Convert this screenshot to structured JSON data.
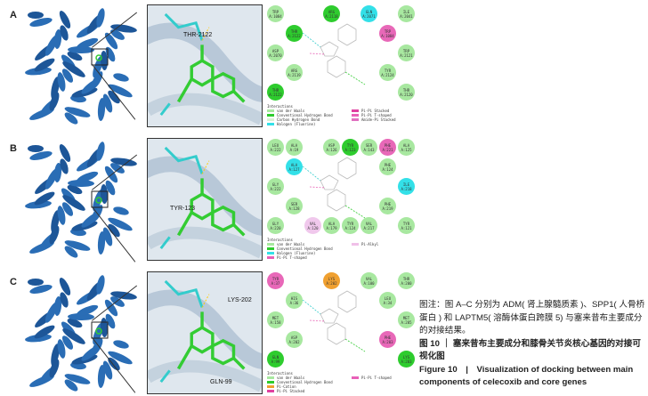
{
  "panels": [
    {
      "letter": "A",
      "zoom_labels": [
        "THR-2122"
      ],
      "residues": [
        {
          "t": "TRP A:1084",
          "c": "vdw"
        },
        {
          "t": "ILE A:2041",
          "c": "vdw"
        },
        {
          "t": "ARG A:2118",
          "c": "hb"
        },
        {
          "t": "GLN A:2071",
          "c": "hal"
        },
        {
          "t": "THR A:2122",
          "c": "hb"
        },
        {
          "t": "TRP A:1084",
          "c": "pi"
        },
        {
          "t": "ASP A:2070",
          "c": "vdw"
        },
        {
          "t": "TRP A:2121",
          "c": "vdw"
        },
        {
          "t": "ARG A:2119",
          "c": "vdw"
        },
        {
          "t": "TYR A:2124",
          "c": "vdw"
        },
        {
          "t": "THR A:2122",
          "c": "hb"
        },
        {
          "t": "THR A:2120",
          "c": "vdw"
        }
      ],
      "legend_title": "Interactions",
      "legend": [
        {
          "t": "van der Waals",
          "c": "#a8e8a0"
        },
        {
          "t": "Conventional Hydrogen Bond",
          "c": "#2ecc2e"
        },
        {
          "t": "Carbon Hydrogen Bond",
          "c": "#d8f2d4"
        },
        {
          "t": "Halogen (Fluorine)",
          "c": "#33e0e8"
        },
        {
          "t": "Pi-Pi Stacked",
          "c": "#e040a0"
        },
        {
          "t": "Pi-Pi T-shaped",
          "c": "#e860b8"
        },
        {
          "t": "Amide-Pi Stacked",
          "c": "#e070c0"
        }
      ]
    },
    {
      "letter": "B",
      "zoom_labels": [
        "TYR-123"
      ],
      "residues": [
        {
          "t": "LEU A:222",
          "c": "vdw"
        },
        {
          "t": "ALA A:125",
          "c": "vdw"
        },
        {
          "t": "ASP A:126",
          "c": "vdw"
        },
        {
          "t": "SER A:143",
          "c": "vdw"
        },
        {
          "t": "ALA A:127",
          "c": "hal"
        },
        {
          "t": "PHE A:124",
          "c": "vdw"
        },
        {
          "t": "GLY A:222",
          "c": "vdw"
        },
        {
          "t": "ILE A:218",
          "c": "hal"
        },
        {
          "t": "SER A:128",
          "c": "vdw"
        },
        {
          "t": "PHE A:219",
          "c": "vdw"
        },
        {
          "t": "GLY A:220",
          "c": "vdw"
        },
        {
          "t": "TYR A:121",
          "c": "vdw"
        },
        {
          "t": "VAL A:120",
          "c": "pa"
        },
        {
          "t": "VAL A:217",
          "c": "vdw"
        },
        {
          "t": "ALA A:19",
          "c": "vdw"
        },
        {
          "t": "PHE A:221",
          "c": "pi"
        },
        {
          "t": "ALA A:179",
          "c": "vdw"
        },
        {
          "t": "TYR A:124",
          "c": "vdw"
        },
        {
          "t": "TYR A:123",
          "c": "hb"
        }
      ],
      "legend_title": "Interactions",
      "legend": [
        {
          "t": "van der Waals",
          "c": "#a8e8a0"
        },
        {
          "t": "Conventional Hydrogen Bond",
          "c": "#2ecc2e"
        },
        {
          "t": "Halogen (Fluorine)",
          "c": "#33e0e8"
        },
        {
          "t": "Pi-Pi T-shaped",
          "c": "#e860b8"
        },
        {
          "t": "Pi-Alkyl",
          "c": "#f0c0e8"
        }
      ]
    },
    {
      "letter": "C",
      "zoom_labels": [
        "LYS-202",
        "GLN-99"
      ],
      "residues": [
        {
          "t": "TYR A:37",
          "c": "pi"
        },
        {
          "t": "THR A:200",
          "c": "vdw"
        },
        {
          "t": "LYS A:202",
          "c": "or"
        },
        {
          "t": "VAL A:100",
          "c": "vdw"
        },
        {
          "t": "HIS A:36",
          "c": "vdw"
        },
        {
          "t": "LEU A:34",
          "c": "vdw"
        },
        {
          "t": "MET A:158",
          "c": "vdw"
        },
        {
          "t": "MET A:205",
          "c": "vdw"
        },
        {
          "t": "ASP A:202",
          "c": "vdw"
        },
        {
          "t": "PHE A:203",
          "c": "pi"
        },
        {
          "t": "GLN A:99",
          "c": "hb"
        },
        {
          "t": "LYS A:203",
          "c": "hb"
        }
      ],
      "legend_title": "Interactions",
      "legend": [
        {
          "t": "van der Waals",
          "c": "#a8e8a0"
        },
        {
          "t": "Conventional Hydrogen Bond",
          "c": "#2ecc2e"
        },
        {
          "t": "Pi-Cation",
          "c": "#f0a030"
        },
        {
          "t": "Pi-Pi Stacked",
          "c": "#e040a0"
        },
        {
          "t": "Pi-Pi T-shaped",
          "c": "#e860b8"
        }
      ]
    }
  ],
  "caption": {
    "note": "图注：图 A–C 分别为 ADM( 肾上腺髓质素 )、SPP1( 人骨桥蛋白 ) 和 LAPTM5( 溶酶体蛋白跨膜 5) 与塞来昔布主要成分的对接结果。",
    "title_cn": "图 10 ｜ 塞来昔布主要成分和膝骨关节炎核心基因的对接可视化图",
    "title_en": "Figure 10　|　Visualization of docking between main components of celecoxib and core genes"
  },
  "colors": {
    "vdw": "#a8e8a0",
    "hb": "#2ecc2e",
    "hal": "#33e0e8",
    "pi": "#e868b8",
    "pa": "#f0c8ec",
    "or": "#f0a030",
    "protein": "#2a6db5"
  }
}
